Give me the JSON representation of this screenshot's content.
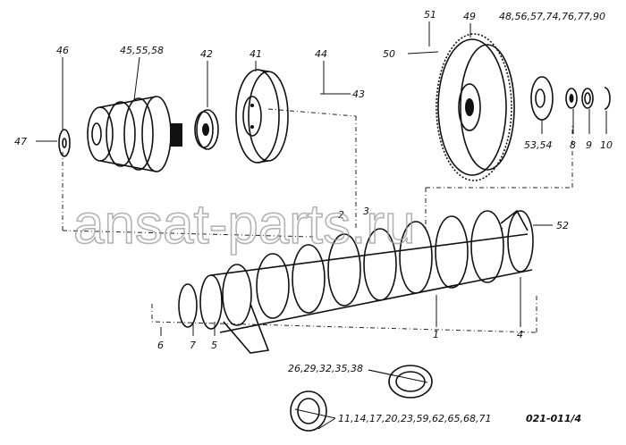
{
  "labels": {
    "p46": "46",
    "p45": "45,55,58",
    "p42": "42",
    "p41": "41",
    "p44": "44",
    "p43": "43",
    "p47": "47",
    "p51": "51",
    "p49": "49",
    "p48": "48,56,57,74,76,77,90",
    "p50": "50",
    "p53": "53,54",
    "p8": "8",
    "p9": "9",
    "p10": "10",
    "p2": "2",
    "p3": "3",
    "p52": "52",
    "p1": "1",
    "p4": "4",
    "p6": "6",
    "p7": "7",
    "p5": "5",
    "p26": "26,29,32,35,38",
    "p11": "11,14,17,20,23,59,62,65,68,71"
  },
  "drawing_code": "021-011/4",
  "watermark": "ansat-parts.ru"
}
